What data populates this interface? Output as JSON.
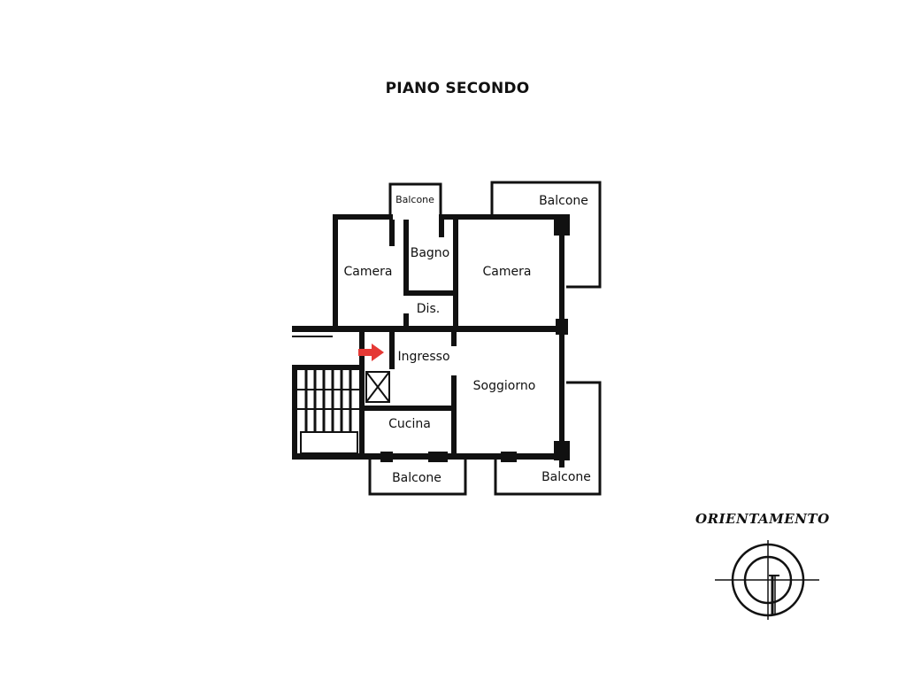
{
  "title": "PIANO SECONDO",
  "rooms": {
    "camera_left": "Camera",
    "bagno": "Bagno",
    "camera_right": "Camera",
    "disimpegno": "Dis.",
    "ingresso": "Ingresso",
    "soggiorno": "Soggiorno",
    "cucina": "Cucina"
  },
  "balconies": {
    "top_small": "Balcone",
    "top_right": "Balcone",
    "bottom_left": "Balcone",
    "bottom_right": "Balcone"
  },
  "entrance_marker": {
    "icon": "arrow-right-icon",
    "color": "#e53935"
  },
  "orientation": {
    "label": "ORIENTAMENTO",
    "icon": "compass-rose-icon"
  }
}
